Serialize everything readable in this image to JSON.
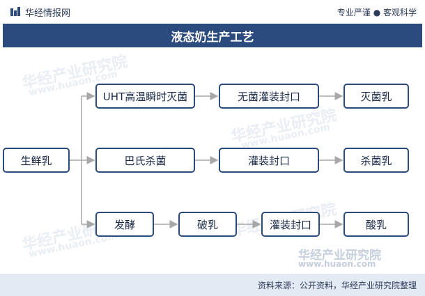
{
  "header": {
    "brand": "华经情报网",
    "slogan": "专业严谨 ● 客观科学",
    "logo_icon": "bar-logo-icon"
  },
  "title": "液态奶生产工艺",
  "watermark": {
    "text": "华经产业研究院",
    "url": "www.huaon.com"
  },
  "diagram": {
    "source": "生鲜乳",
    "branches": [
      {
        "steps": [
          "UHT高温瞬时灭菌",
          "无菌灌装封口",
          "灭菌乳"
        ]
      },
      {
        "steps": [
          "巴氏杀菌",
          "灌装封口",
          "杀菌乳"
        ]
      },
      {
        "steps": [
          "发酵",
          "破乳",
          "灌装封口",
          "酸乳"
        ]
      }
    ]
  },
  "footer": {
    "source": "资料来源：公开资料，华经产业研究院整理"
  },
  "colors": {
    "accent": "#2b4a7d",
    "arrow": "#a8a8a8",
    "footer_bg": "#e4eaf3"
  }
}
